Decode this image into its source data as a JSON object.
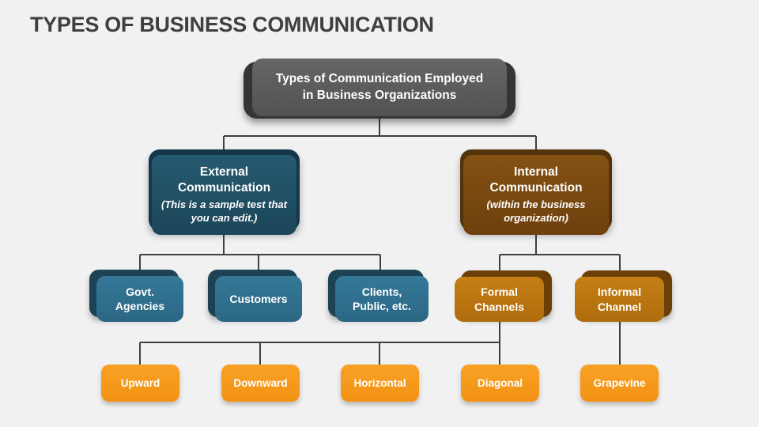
{
  "title": "TYPES OF BUSINESS COMMUNICATION",
  "diagram": {
    "root": {
      "line1": "Types of Communication Employed",
      "line2": "in Business Organizations"
    },
    "external": {
      "title": "External Communication",
      "subtitle": "(This is a sample test that you can edit.)"
    },
    "internal": {
      "title": "Internal Communication",
      "subtitle": "(within the business organization)"
    },
    "external_children": [
      {
        "label": "Govt. Agencies"
      },
      {
        "label": "Customers"
      },
      {
        "label": "Clients, Public, etc."
      }
    ],
    "internal_children": [
      {
        "label": "Formal Channels"
      },
      {
        "label": "Informal Channel"
      }
    ],
    "leaves": [
      {
        "label": "Upward"
      },
      {
        "label": "Downward"
      },
      {
        "label": "Horizontal"
      },
      {
        "label": "Diagonal"
      },
      {
        "label": "Grapevine"
      }
    ]
  },
  "colors": {
    "background": "#f1f1f2",
    "title_text": "#3f3f3f",
    "connector_line": "#3f3f3f",
    "root_gray": "#595959",
    "branch_blue": "#1f4c60",
    "branch_brown": "#784812",
    "teal": "#2f7090",
    "orange_mid": "#be7512",
    "orange_leaf": "#f69c1e",
    "node_text": "#ffffff"
  }
}
